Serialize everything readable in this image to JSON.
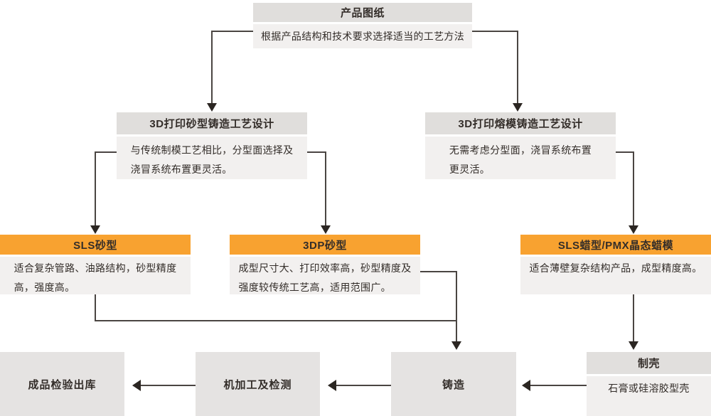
{
  "diagram": {
    "nodes": {
      "product": {
        "title": "产品图纸",
        "desc": "根据产品结构和技术要求选择适当的工艺方法"
      },
      "sand_design": {
        "title": "3D打印砂型铸造工艺设计",
        "desc": "与传统制模工艺相比，分型面选择及\n浇冒系统布置更灵活。"
      },
      "invest_design": {
        "title": "3D打印熔模铸造工艺设计",
        "desc": "无需考虑分型面，浇冒系统布置\n更灵活。"
      },
      "sls_sand": {
        "title": "SLS砂型",
        "desc": "适合复杂管路、油路结构，砂型精度\n高，强度高。"
      },
      "threedp_sand": {
        "title": "3DP砂型",
        "desc": "成型尺寸大、打印效率高，砂型精度及\n强度较传统工艺高，适用范围广。"
      },
      "sls_wax": {
        "title": "SLS蜡型/PMX晶态蜡模",
        "desc": "适合薄壁复杂结构产品，成型精度高。"
      },
      "shell": {
        "title": "制壳",
        "desc": "石膏或硅溶胶型壳"
      },
      "casting": {
        "label": "铸造"
      },
      "machining": {
        "label": "机加工及检测"
      },
      "final_inspection": {
        "label": "成品检验出库"
      }
    },
    "colors": {
      "orange_header": "#f8a230",
      "gray_header": "#e0dedc",
      "gray_body": "#f2f0ef",
      "gray_box": "#e5e3e2",
      "line": "#4a4542",
      "arrowhead": "#2b2622",
      "text": "#332d29",
      "background": "#ffffff"
    }
  }
}
